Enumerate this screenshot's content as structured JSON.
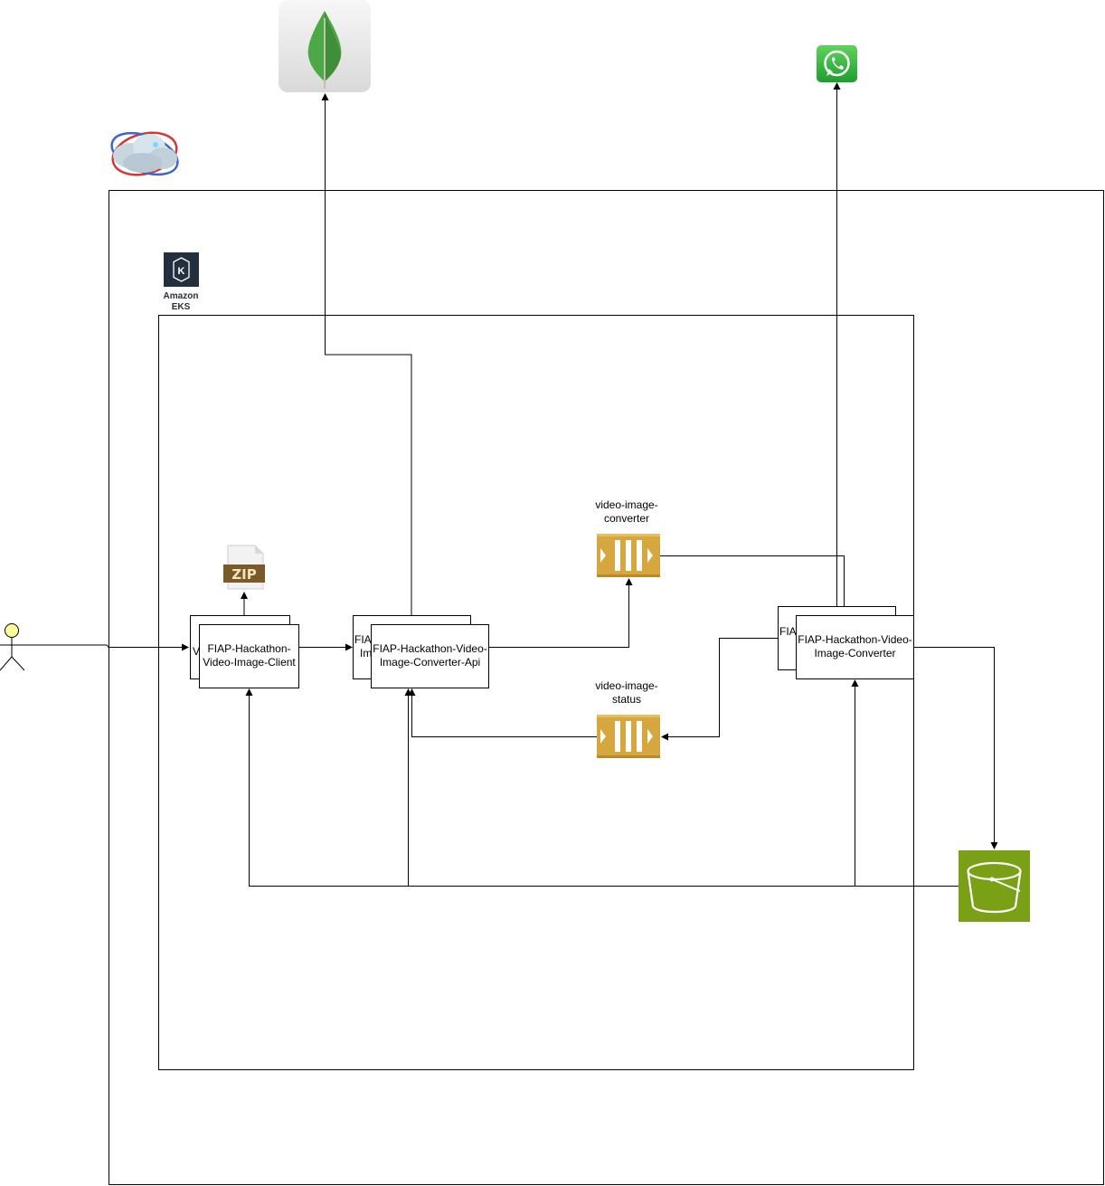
{
  "eks": {
    "label_line1": "Amazon",
    "label_line2": "EKS"
  },
  "services": {
    "client": {
      "back_label": "V",
      "label_line1": "FIAP-Hackathon-",
      "label_line2": "Video-Image-Client"
    },
    "api": {
      "back_label_line1": "FIA",
      "back_label_line2": "Im",
      "label_line1": "FIAP-Hackathon-Video-",
      "label_line2": "Image-Converter-Api"
    },
    "converter": {
      "back_label": "FIA",
      "label_line1": "FIAP-Hackathon-Video-",
      "label_line2": "Image-Converter"
    }
  },
  "queues": {
    "converter": {
      "label_line1": "video-image-",
      "label_line2": "converter"
    },
    "status": {
      "label_line1": "video-image-",
      "label_line2": "status"
    }
  },
  "zip": {
    "label": "ZIP"
  },
  "icons": [
    "user-icon",
    "mongodb-icon",
    "whatsapp-icon",
    "cloud-icon",
    "eks-icon",
    "zip-file-icon",
    "sqs-queue-icon",
    "s3-bucket-icon"
  ],
  "colors": {
    "queue": "#d6a63f",
    "s3": "#7aa116",
    "mongo_leaf": "#4fa846",
    "whatsapp": "#2db742",
    "eks": "#232f3e",
    "actor": "#ffff99"
  }
}
